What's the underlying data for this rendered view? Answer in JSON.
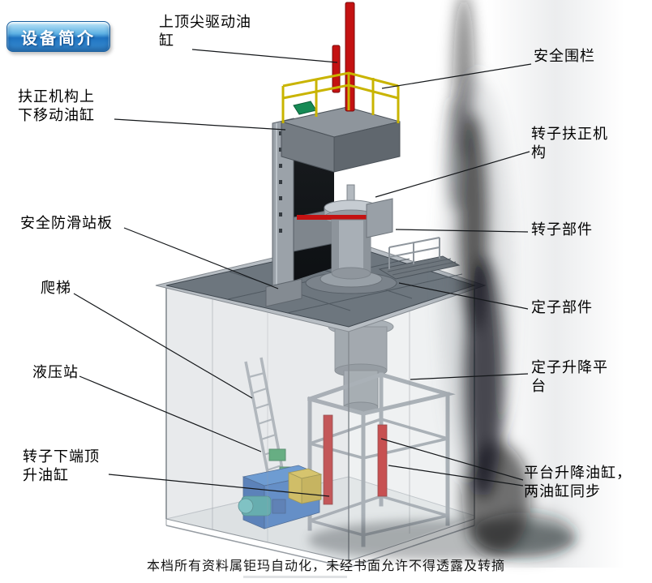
{
  "badge": {
    "text": "设备简介"
  },
  "labels": {
    "top_cylinder": "上顶尖驱动油\n缸",
    "safety_fence": "安全围栏",
    "centering_cylinder": "扶正机构上\n下移动油缸",
    "rotor_centering": "转子扶正机\n构",
    "antislip_board": "安全防滑站板",
    "rotor_part": "转子部件",
    "ladder": "爬梯",
    "stator_part": "定子部件",
    "hydraulic_station": "液压站",
    "stator_platform": "定子升降平\n台",
    "rotor_jack_cylinder": "转子下端顶\n升油缸",
    "platform_cylinders": "平台升降油缸，\n两油缸同步"
  },
  "footer": {
    "text": "本档所有资料属钜玛自动化，未经书面允许不得透露及转摘"
  },
  "colors": {
    "cylinder_red": "#c41212",
    "railing_yellow": "#c9b400",
    "hydraulic_blue": "#2d6cc4",
    "pump_teal": "#2f9d9d",
    "valve_green": "#2f9e56",
    "junction_green": "#168a55"
  }
}
